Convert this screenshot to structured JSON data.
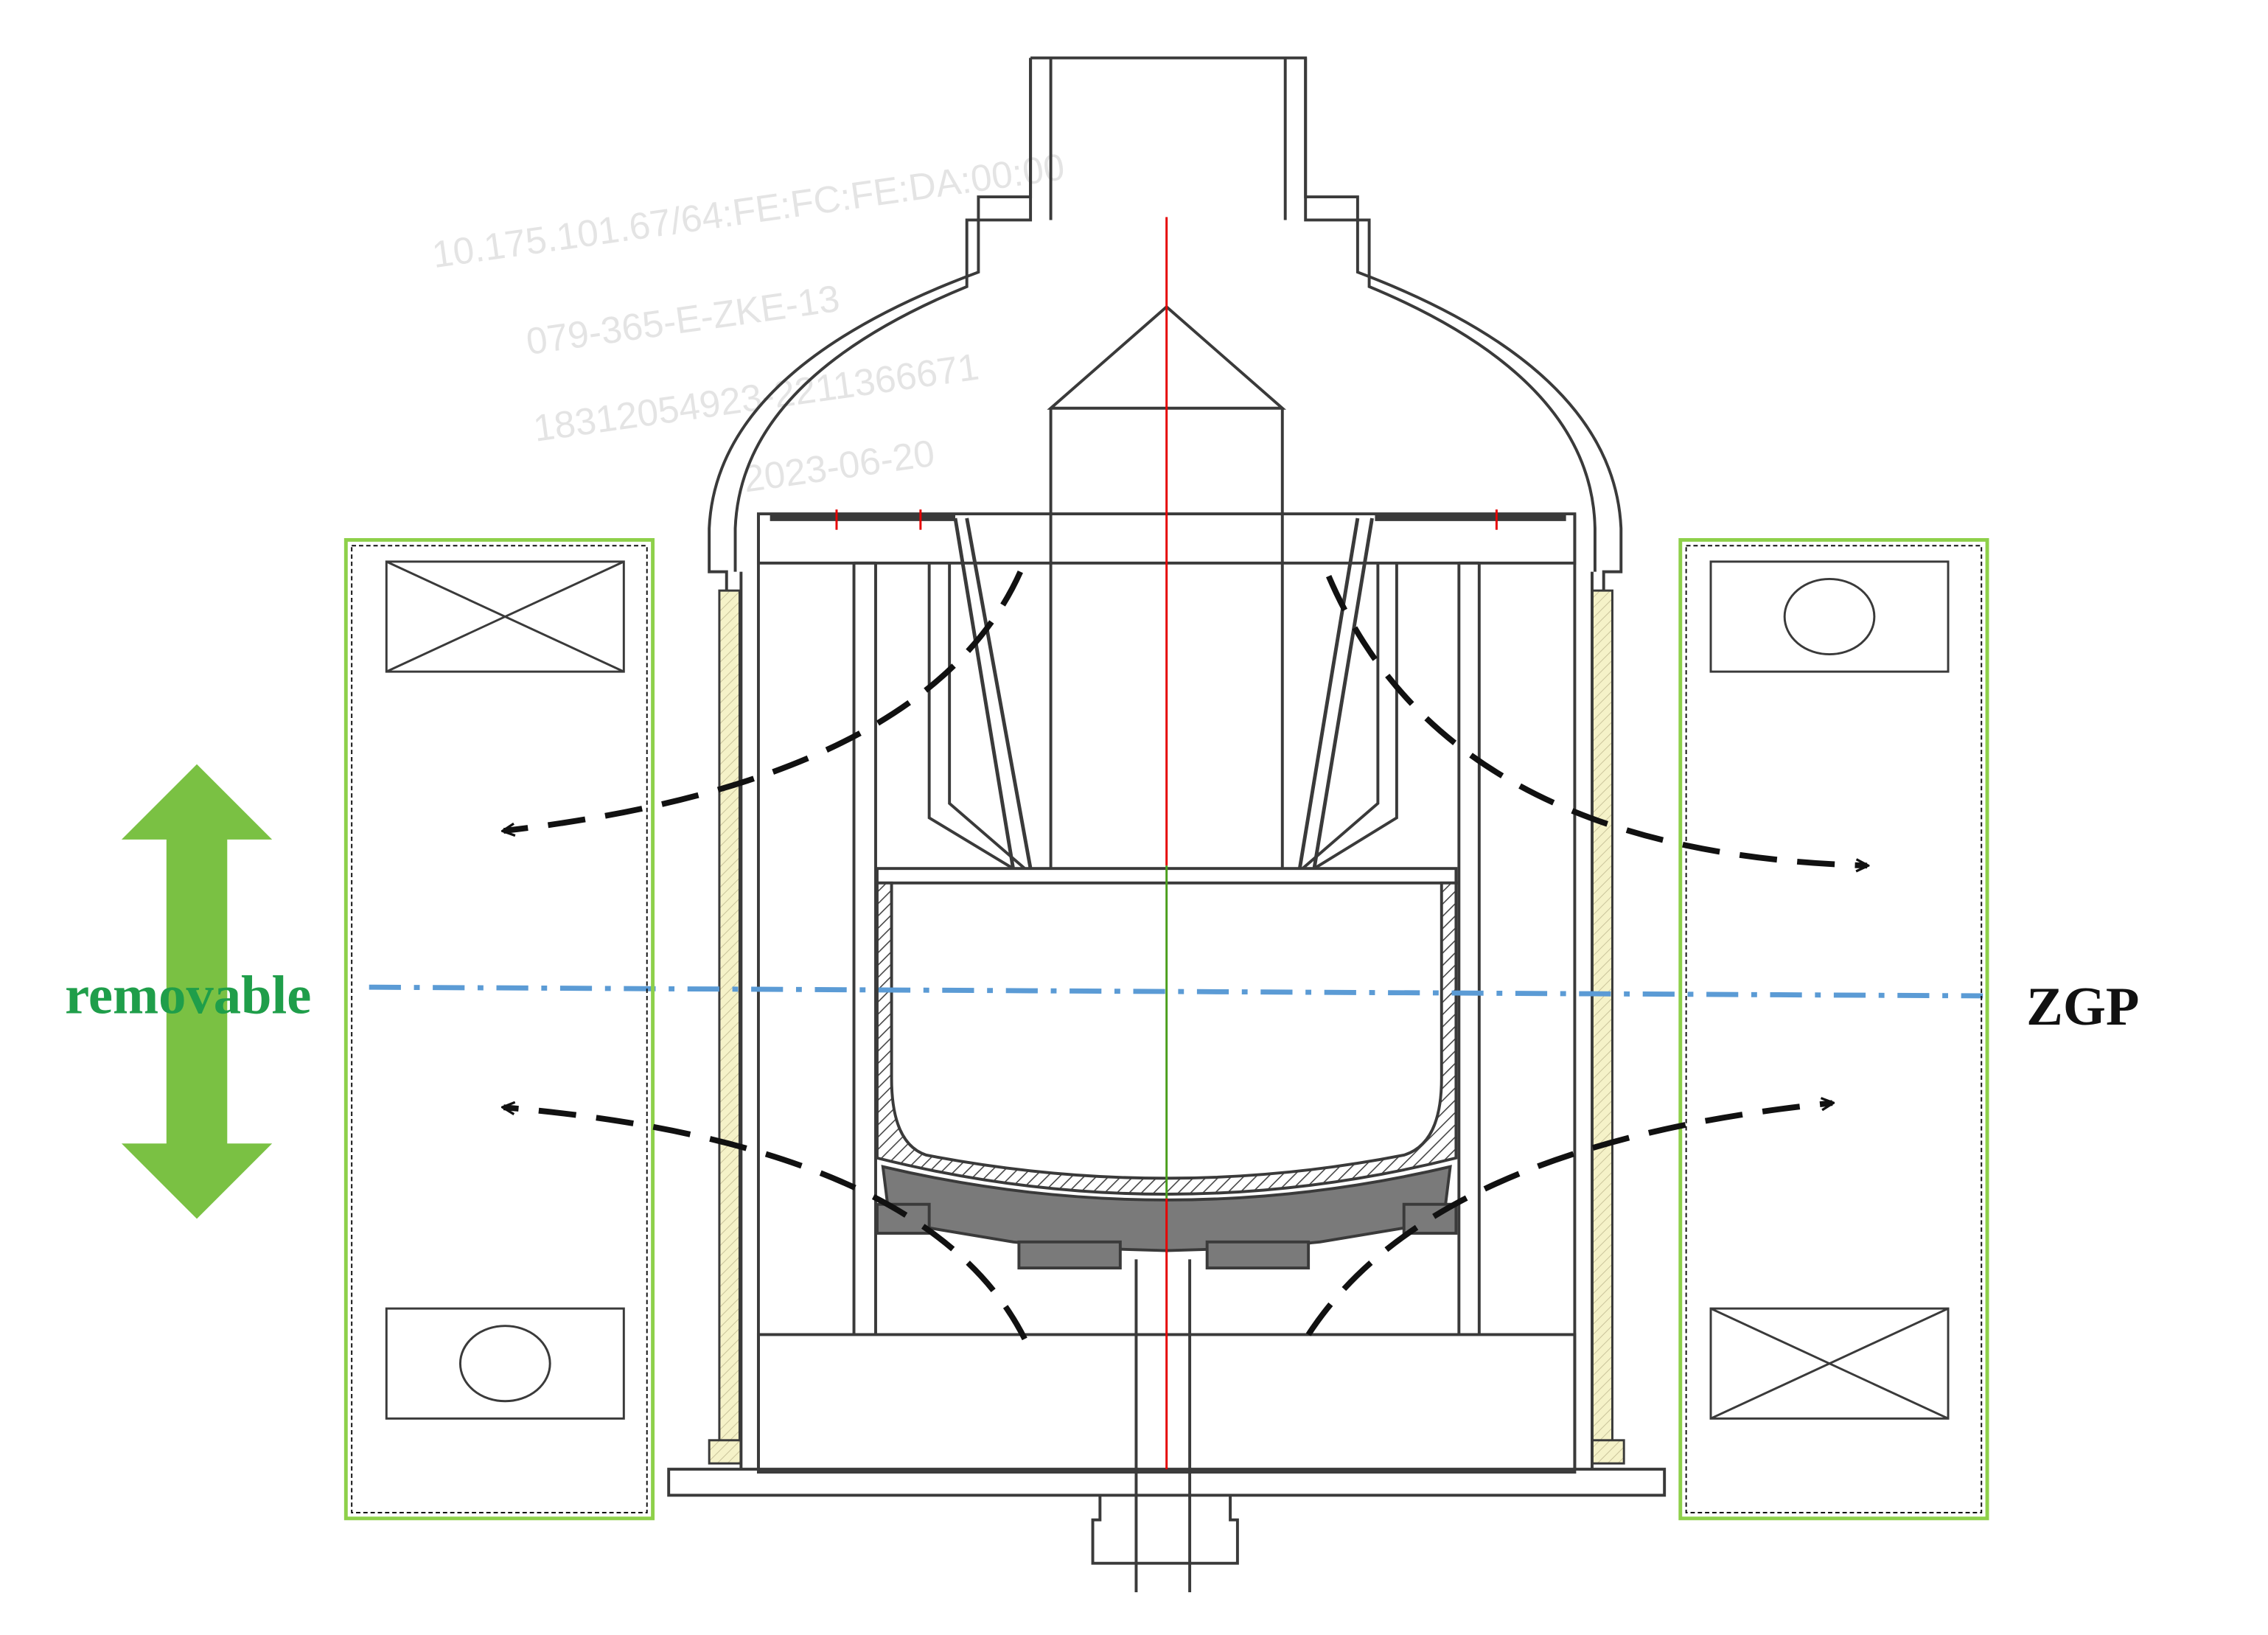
{
  "labels": {
    "removable": "removable",
    "zgp": "ZGP"
  },
  "watermark": {
    "lines": [
      "10.175.101.67/64:FE:FC:FE:DA:00:00",
      "079-365-E-ZKE-13",
      "18312054923-2211366671",
      "2023-06-20"
    ]
  },
  "colors": {
    "background": "#ffffff",
    "outline": "#3a3a3a",
    "axis_red": "#e60000",
    "axis_green": "#4a9e1c",
    "zgp_line": "#5b9bd5",
    "removable_text": "#1f9e4a",
    "arrow_fill": "#7ac143",
    "coil_border": "#8ed04a",
    "insulation_fill": "#f5f2c8",
    "crucible_fill": "#7a7a7a",
    "flow_arrows": "#111111",
    "watermark": "#cfcfcf"
  }
}
